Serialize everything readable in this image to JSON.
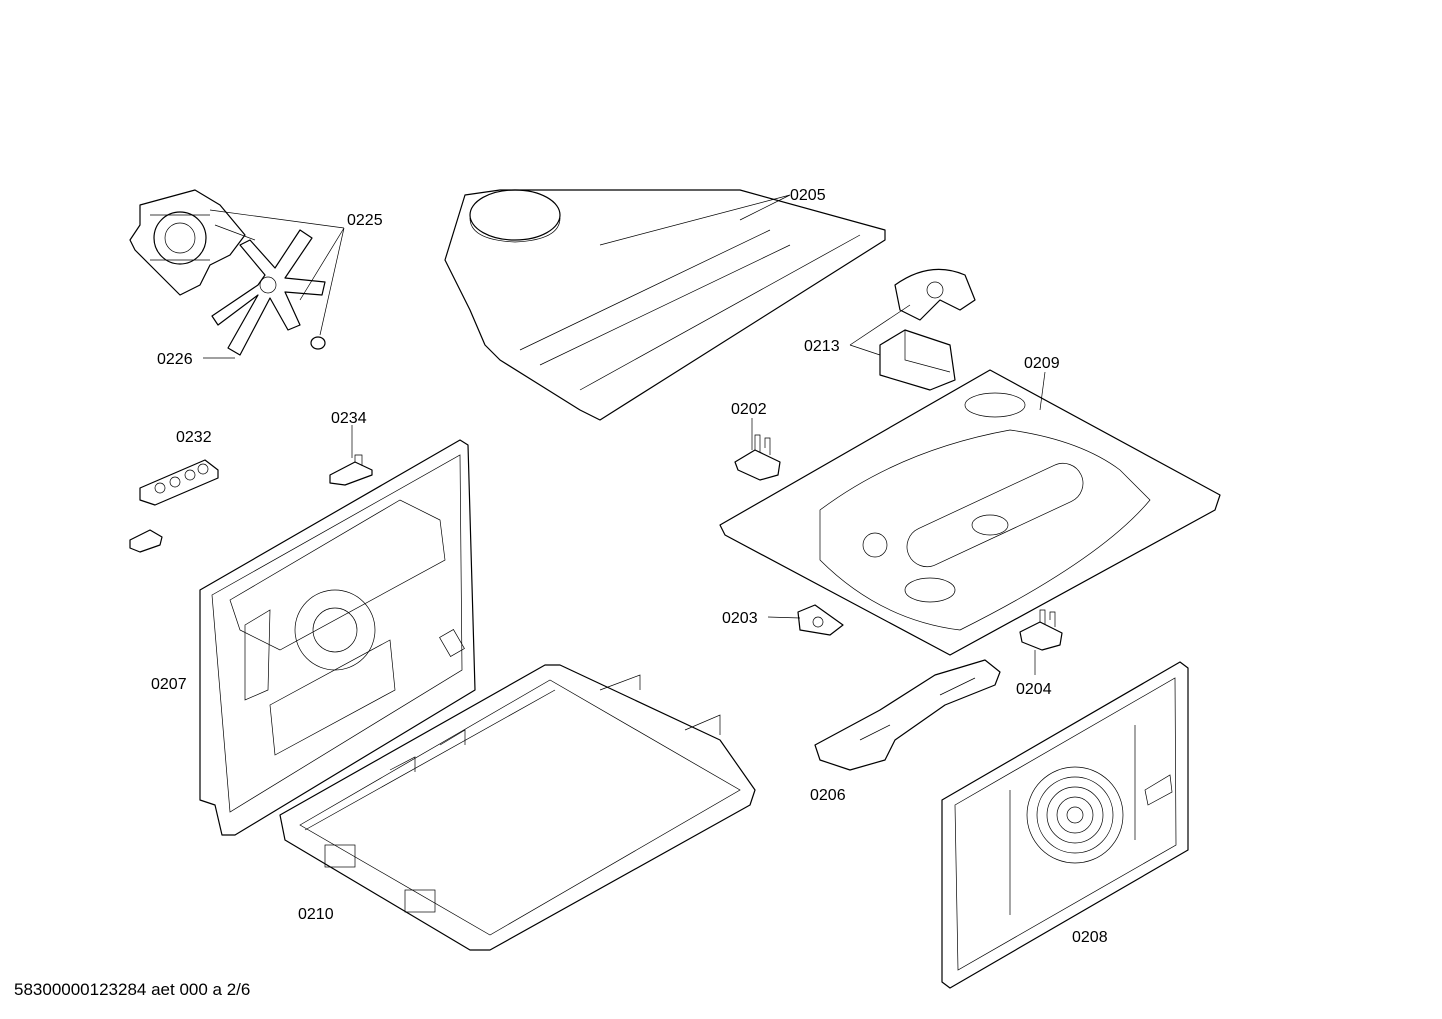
{
  "footer": "58300000123284 aet 000 a 2/6",
  "labels": {
    "p0225": "0225",
    "p0226": "0226",
    "p0205": "0205",
    "p0213": "0213",
    "p0209": "0209",
    "p0202": "0202",
    "p0234": "0234",
    "p0232": "0232",
    "p0203": "0203",
    "p0204": "0204",
    "p0207": "0207",
    "p0206": "0206",
    "p0210": "0210",
    "p0208": "0208"
  }
}
